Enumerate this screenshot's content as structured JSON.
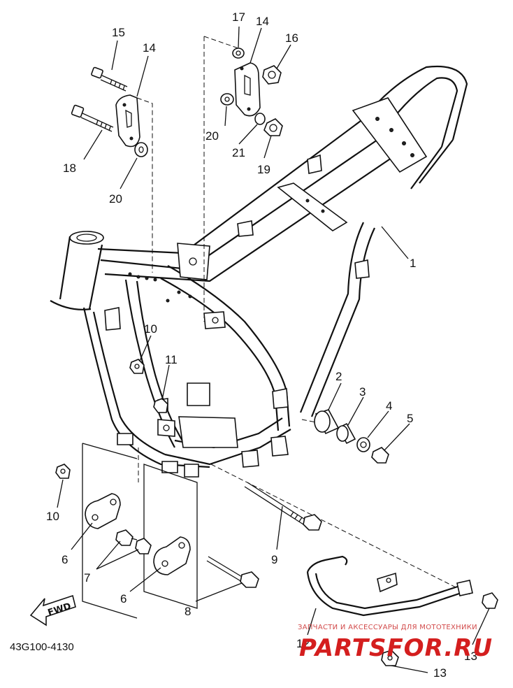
{
  "diagram": {
    "ref_code": "43G100-4130",
    "fwd_label": "FWD",
    "callouts": [
      {
        "id": "c1",
        "text": "1"
      },
      {
        "id": "c2",
        "text": "2"
      },
      {
        "id": "c3",
        "text": "3"
      },
      {
        "id": "c4",
        "text": "4"
      },
      {
        "id": "c5",
        "text": "5"
      },
      {
        "id": "c6a",
        "text": "6"
      },
      {
        "id": "c6b",
        "text": "6"
      },
      {
        "id": "c7",
        "text": "7"
      },
      {
        "id": "c8",
        "text": "8"
      },
      {
        "id": "c9",
        "text": "9"
      },
      {
        "id": "c10a",
        "text": "10"
      },
      {
        "id": "c10b",
        "text": "10"
      },
      {
        "id": "c11",
        "text": "11"
      },
      {
        "id": "c12",
        "text": "12"
      },
      {
        "id": "c13a",
        "text": "13"
      },
      {
        "id": "c13b",
        "text": "13"
      },
      {
        "id": "c14a",
        "text": "14"
      },
      {
        "id": "c14b",
        "text": "14"
      },
      {
        "id": "c15",
        "text": "15"
      },
      {
        "id": "c16",
        "text": "16"
      },
      {
        "id": "c17",
        "text": "17"
      },
      {
        "id": "c18",
        "text": "18"
      },
      {
        "id": "c19",
        "text": "19"
      },
      {
        "id": "c20a",
        "text": "20"
      },
      {
        "id": "c20b",
        "text": "20"
      },
      {
        "id": "c21",
        "text": "21"
      }
    ]
  },
  "watermark": {
    "tagline": "ЗАПЧАСТИ И АКСЕССУАРЫ ДЛЯ МОТОТЕХНИКИ",
    "brand": "PARTSFOR.RU"
  }
}
